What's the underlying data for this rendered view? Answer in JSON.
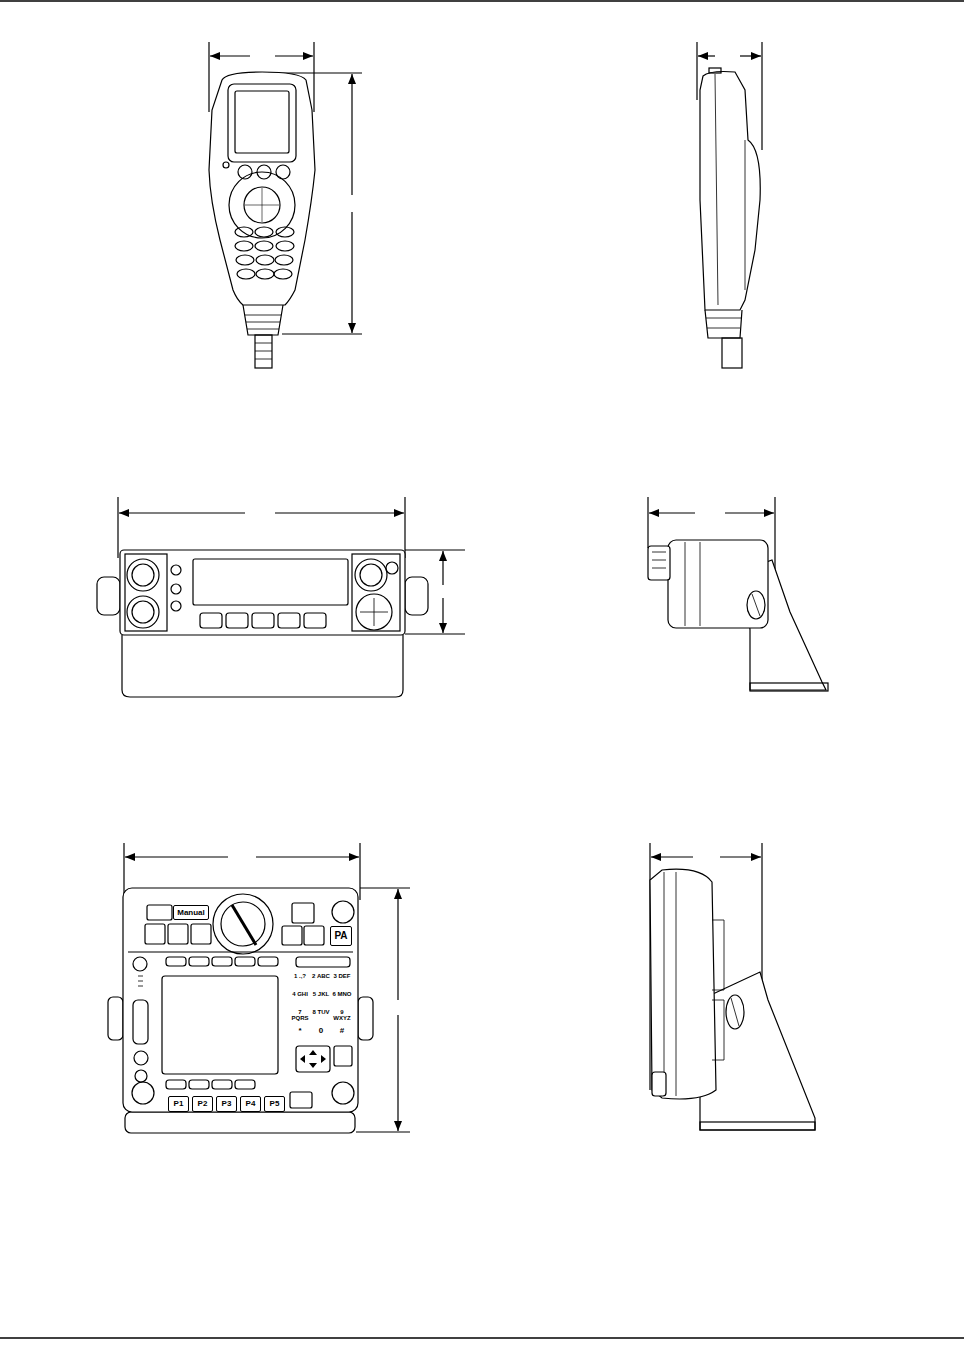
{
  "diagram": {
    "nodes": [
      {
        "text": [
          "Manual"
        ]
      },
      {
        "text": [
          "PA"
        ]
      },
      {
        "text": [
          "P1"
        ]
      },
      {
        "text": [
          "P2"
        ]
      },
      {
        "text": [
          "P3"
        ]
      },
      {
        "text": [
          "P4"
        ]
      },
      {
        "text": [
          "P5"
        ]
      }
    ],
    "labels": [
      "1 .,?",
      "2 ABC",
      "3 DEF",
      "4 GHI",
      "5 JKL",
      "6 MNO",
      "7 PQRS",
      "8 TUV",
      "9 WXYZ",
      "*",
      "0",
      "#"
    ]
  }
}
